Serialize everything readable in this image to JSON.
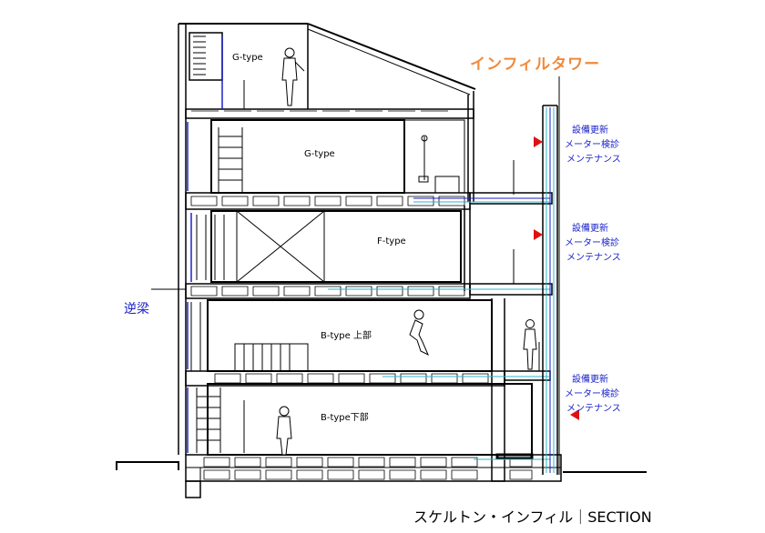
{
  "labels": {
    "g_type_roof": "G-type",
    "g_type": "G-type",
    "f_type": "F-type",
    "b_type_upper": "B-type 上部",
    "b_type_lower": "B-type下部",
    "reverse_beam": "逆梁",
    "infill_tower": "インフィルタワー",
    "caption": "スケルトン・インフィル｜SECTION"
  },
  "notes": [
    {
      "line1": "設備更新",
      "line2": "メーター検診",
      "line3": "メンテナンス"
    },
    {
      "line1": "設備更新",
      "line2": "メーター検診",
      "line3": "メンテナンス"
    },
    {
      "line1": "設備更新",
      "line2": "メーター検診",
      "line3": "メンテナンス"
    }
  ],
  "colors": {
    "line": "#000000",
    "blue_pipe": "#1a22c8",
    "cyan_pipe": "#32b4c8",
    "arrow": "#e01010",
    "tower_title": "#f08a3c",
    "note_text": "#1a22c8"
  }
}
